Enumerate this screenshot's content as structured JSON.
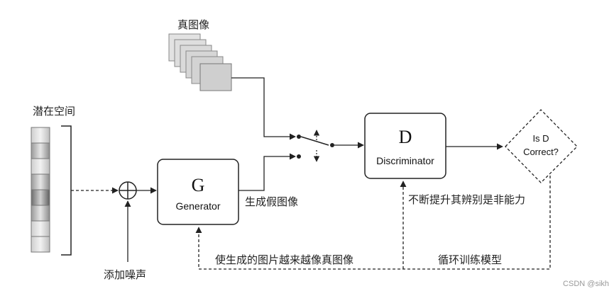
{
  "labels": {
    "real_images": "真图像",
    "latent_space": "潜在空间",
    "add_noise": "添加噪声",
    "generate_fake": "生成假图像",
    "improve_discriminator": "不断提升其辨别是非能力",
    "make_real": "使生成的图片越来越像真图像",
    "loop_training": "循环训练模型"
  },
  "generator": {
    "letter": "G",
    "name": "Generator"
  },
  "discriminator": {
    "letter": "D",
    "name": "Discriminator"
  },
  "decision": {
    "line1": "Is D",
    "line2": "Correct?"
  },
  "watermark": "CSDN @sikh"
}
